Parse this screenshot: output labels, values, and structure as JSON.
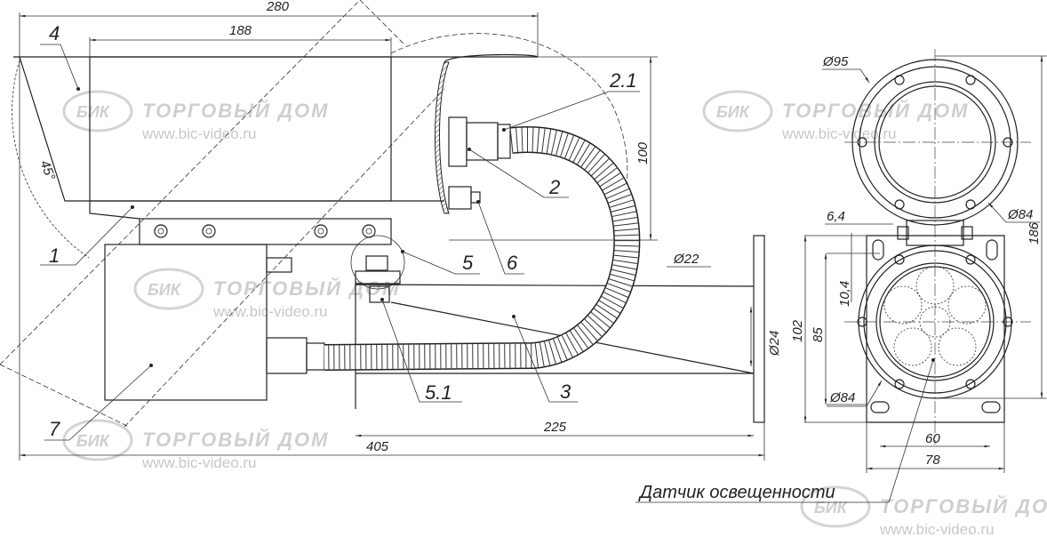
{
  "watermark": {
    "logo": "БИК",
    "company": "ТОРГОВЫЙ ДОМ",
    "url": "www.bic-video.ru"
  },
  "callouts": {
    "c1": "1",
    "c2": "2",
    "c21": "2.1",
    "c3": "3",
    "c4": "4",
    "c5": "5",
    "c51": "5.1",
    "c6": "6",
    "c7": "7",
    "sensor": "Датчик освещенности"
  },
  "dimensions": {
    "overall_top": "280",
    "housing": "188",
    "angle": "45°",
    "height_100": "100",
    "pipe_d22": "Ø22",
    "pipe_d24": "Ø24",
    "len_225": "225",
    "len_405": "405",
    "d95": "Ø95",
    "d84_top": "Ø84",
    "d84_bottom": "Ø84",
    "w_6_4": "6,4",
    "h_10_4": "10,4",
    "h_85": "85",
    "h_102": "102",
    "h_186": "186",
    "w_60": "60",
    "w_78": "78"
  }
}
